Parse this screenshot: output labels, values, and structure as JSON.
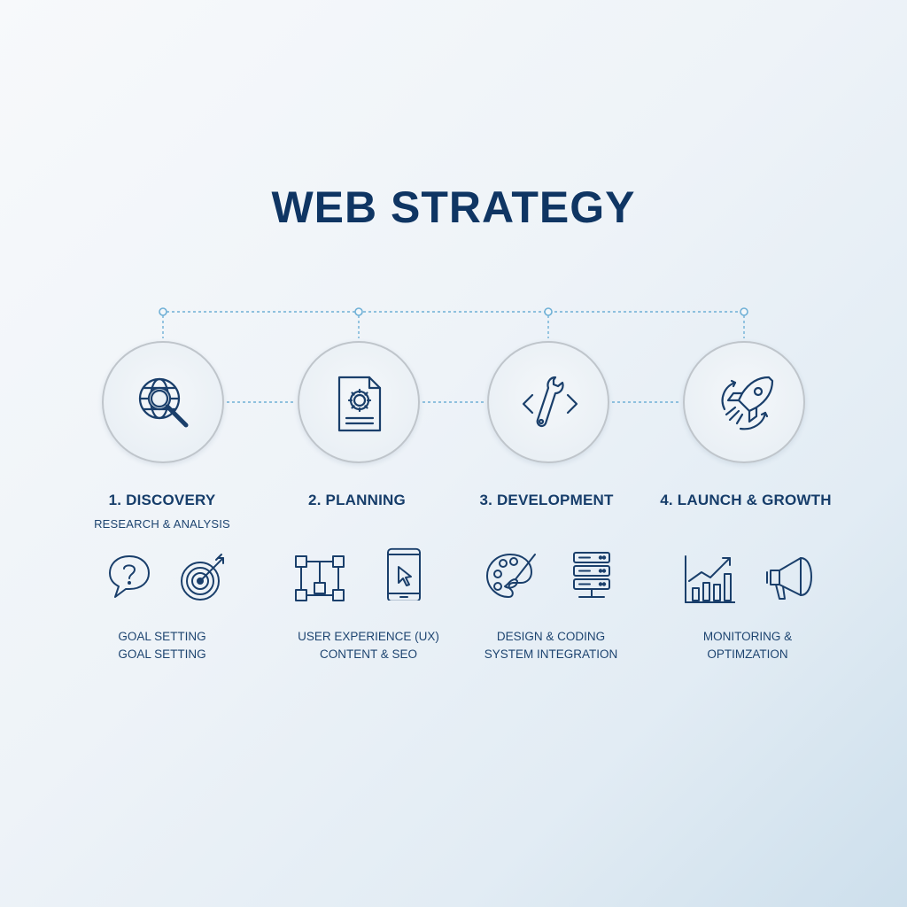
{
  "title": "WEB STRATEGY",
  "colors": {
    "primary": "#0f3563",
    "icon_stroke": "#1a3f6b",
    "connector": "#6fb0d6",
    "circle_border": "#bfc5cb"
  },
  "stages": [
    {
      "title": "1. DISCOVERY",
      "subtitle": "RESEARCH & ANALYSIS",
      "icon": "globe-magnifier-icon",
      "tools": [
        "speech-question-icon",
        "target-arrow-icon"
      ],
      "caption": [
        "GOAL SETTING",
        "GOAL SETTING"
      ]
    },
    {
      "title": "2. PLANNING",
      "subtitle": "",
      "icon": "document-gear-icon",
      "tools": [
        "sitemap-icon",
        "mobile-cursor-icon"
      ],
      "caption": [
        "USER EXPERIENCE (UX)",
        "CONTENT & SEO"
      ]
    },
    {
      "title": "3. DEVELOPMENT",
      "subtitle": "",
      "icon": "code-wrench-icon",
      "tools": [
        "palette-brush-icon",
        "server-stack-icon"
      ],
      "caption": [
        "DESIGN & CODING",
        "SYSTEM INTEGRATION"
      ]
    },
    {
      "title": "4. LAUNCH & GROWTH",
      "subtitle": "",
      "icon": "rocket-cycle-icon",
      "tools": [
        "growth-chart-icon",
        "megaphone-icon"
      ],
      "caption": [
        "MONITORING &",
        "OPTIMZATION"
      ]
    }
  ]
}
